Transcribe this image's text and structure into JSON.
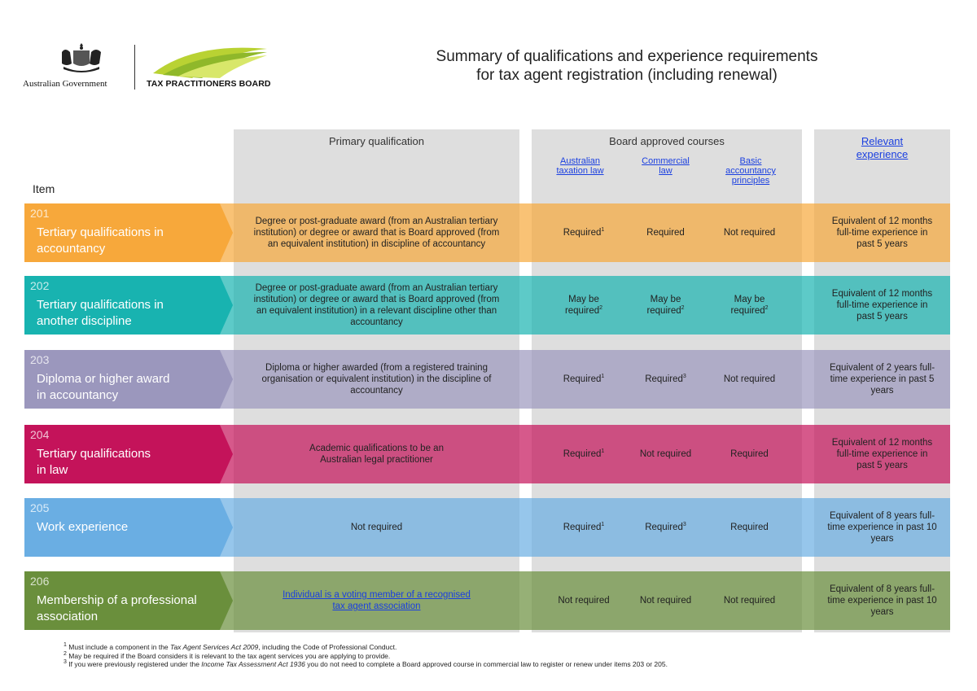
{
  "header": {
    "gov_label": "Australian Government",
    "tpb_label": "TAX PRACTITIONERS BOARD",
    "title_line1": "Summary of qualifications and experience requirements",
    "title_line2": "for tax agent registration (including renewal)"
  },
  "columns": {
    "item": "Item",
    "primary": "Primary qualification",
    "board_courses": "Board approved courses",
    "course1_line1": "Australian",
    "course1_line2": "taxation law",
    "course2_line1": "Commercial",
    "course2_line2": "law",
    "course3_line1": "Basic",
    "course3_line2": "accountancy",
    "course3_line3": "principles",
    "experience_line1": "Relevant",
    "experience_line2": "experience"
  },
  "rows": [
    {
      "num": "201",
      "title_line1": "Tertiary qualifications in",
      "title_line2": "accountancy",
      "color": "#f7a83b",
      "primary_line1": "Degree or post-graduate award (from an Australian tertiary",
      "primary_line2": "institution) or degree or award that is Board approved (from",
      "primary_line3": "an equivalent institution) in discipline of accountancy",
      "primary_line4": "",
      "tax": "Required",
      "tax_sup": "1",
      "commercial": "Required",
      "commercial_sup": "",
      "basic": "Not required",
      "basic_sup": "",
      "exp_line1": "Equivalent of 12 months",
      "exp_line2": "full-time experience in",
      "exp_line3": "past 5 years"
    },
    {
      "num": "202",
      "title_line1": "Tertiary qualifications in",
      "title_line2": "another discipline",
      "color": "#18b3b0",
      "primary_line1": "Degree or post-graduate award (from an Australian tertiary",
      "primary_line2": "institution) or degree or award that is Board approved (from",
      "primary_line3": "an equivalent institution) in a relevant discipline other than",
      "primary_line4": "accountancy",
      "tax": "May be",
      "tax2": "required",
      "tax_sup": "2",
      "commercial": "May be",
      "commercial2": "required",
      "commercial_sup": "2",
      "basic": "May be",
      "basic2": "required",
      "basic_sup": "2",
      "exp_line1": "Equivalent of 12 months",
      "exp_line2": "full-time experience in",
      "exp_line3": "past 5 years"
    },
    {
      "num": "203",
      "title_line1": "Diploma or higher award",
      "title_line2": "in accountancy",
      "color": "#9b97bd",
      "primary_line1": "Diploma or higher awarded (from a registered training",
      "primary_line2": "organisation or equivalent institution) in the discipline of",
      "primary_line3": "accountancy",
      "primary_line4": "",
      "tax": "Required",
      "tax_sup": "1",
      "commercial": "Required",
      "commercial_sup": "3",
      "basic": "Not required",
      "basic_sup": "",
      "exp_line1": "Equivalent of 2 years full-",
      "exp_line2": "time experience in past 5",
      "exp_line3": "years"
    },
    {
      "num": "204",
      "title_line1": "Tertiary qualifications",
      "title_line2": "in law",
      "color": "#c4135a",
      "primary_line1": "Academic qualifications to be an",
      "primary_line2": "Australian legal practitioner",
      "primary_line3": "",
      "primary_line4": "",
      "tax": "Required",
      "tax_sup": "1",
      "commercial": "Not required",
      "commercial_sup": "",
      "basic": "Required",
      "basic_sup": "",
      "exp_line1": "Equivalent of 12 months",
      "exp_line2": "full-time experience in",
      "exp_line3": "past 5 years"
    },
    {
      "num": "205",
      "title_line1": "Work experience",
      "title_line2": "",
      "color": "#6aaee3",
      "primary_line1": "Not required",
      "primary_line2": "",
      "primary_line3": "",
      "primary_line4": "",
      "tax": "Required",
      "tax_sup": "1",
      "commercial": "Required",
      "commercial_sup": "3",
      "basic": "Required",
      "basic_sup": "",
      "exp_line1": "Equivalent of 8 years full-",
      "exp_line2": "time experience in past 10",
      "exp_line3": "years"
    },
    {
      "num": "206",
      "title_line1": "Membership of a professional",
      "title_line2": "association",
      "color": "#6a8f3c",
      "primary_line1": "Individual is a voting member of a recognised",
      "primary_line2": "tax agent association",
      "primary_line3": "",
      "primary_line4": "",
      "tax": "Not required",
      "tax_sup": "",
      "commercial": "Not required",
      "commercial_sup": "",
      "basic": "Not required",
      "basic_sup": "",
      "exp_line1": "Equivalent of 8 years full-",
      "exp_line2": "time experience in past 10",
      "exp_line3": "years"
    }
  ],
  "footnotes": {
    "n1": "1",
    "f1_pre": "Must include a component in the ",
    "f1_italic": "Tax Agent Services Act 2009",
    "f1_post": ", including the Code of Professional Conduct.",
    "n2": "2",
    "f2": "May be required if the Board considers it is relevant to the tax agent services you are applying to provide.",
    "n3": "3",
    "f3_pre": "If you were previously registered under the ",
    "f3_italic": "Income Tax Assessment Act 1936",
    "f3_post": " you do not need to complete a Board approved course in commercial law to register or renew under items 203 or 205."
  }
}
